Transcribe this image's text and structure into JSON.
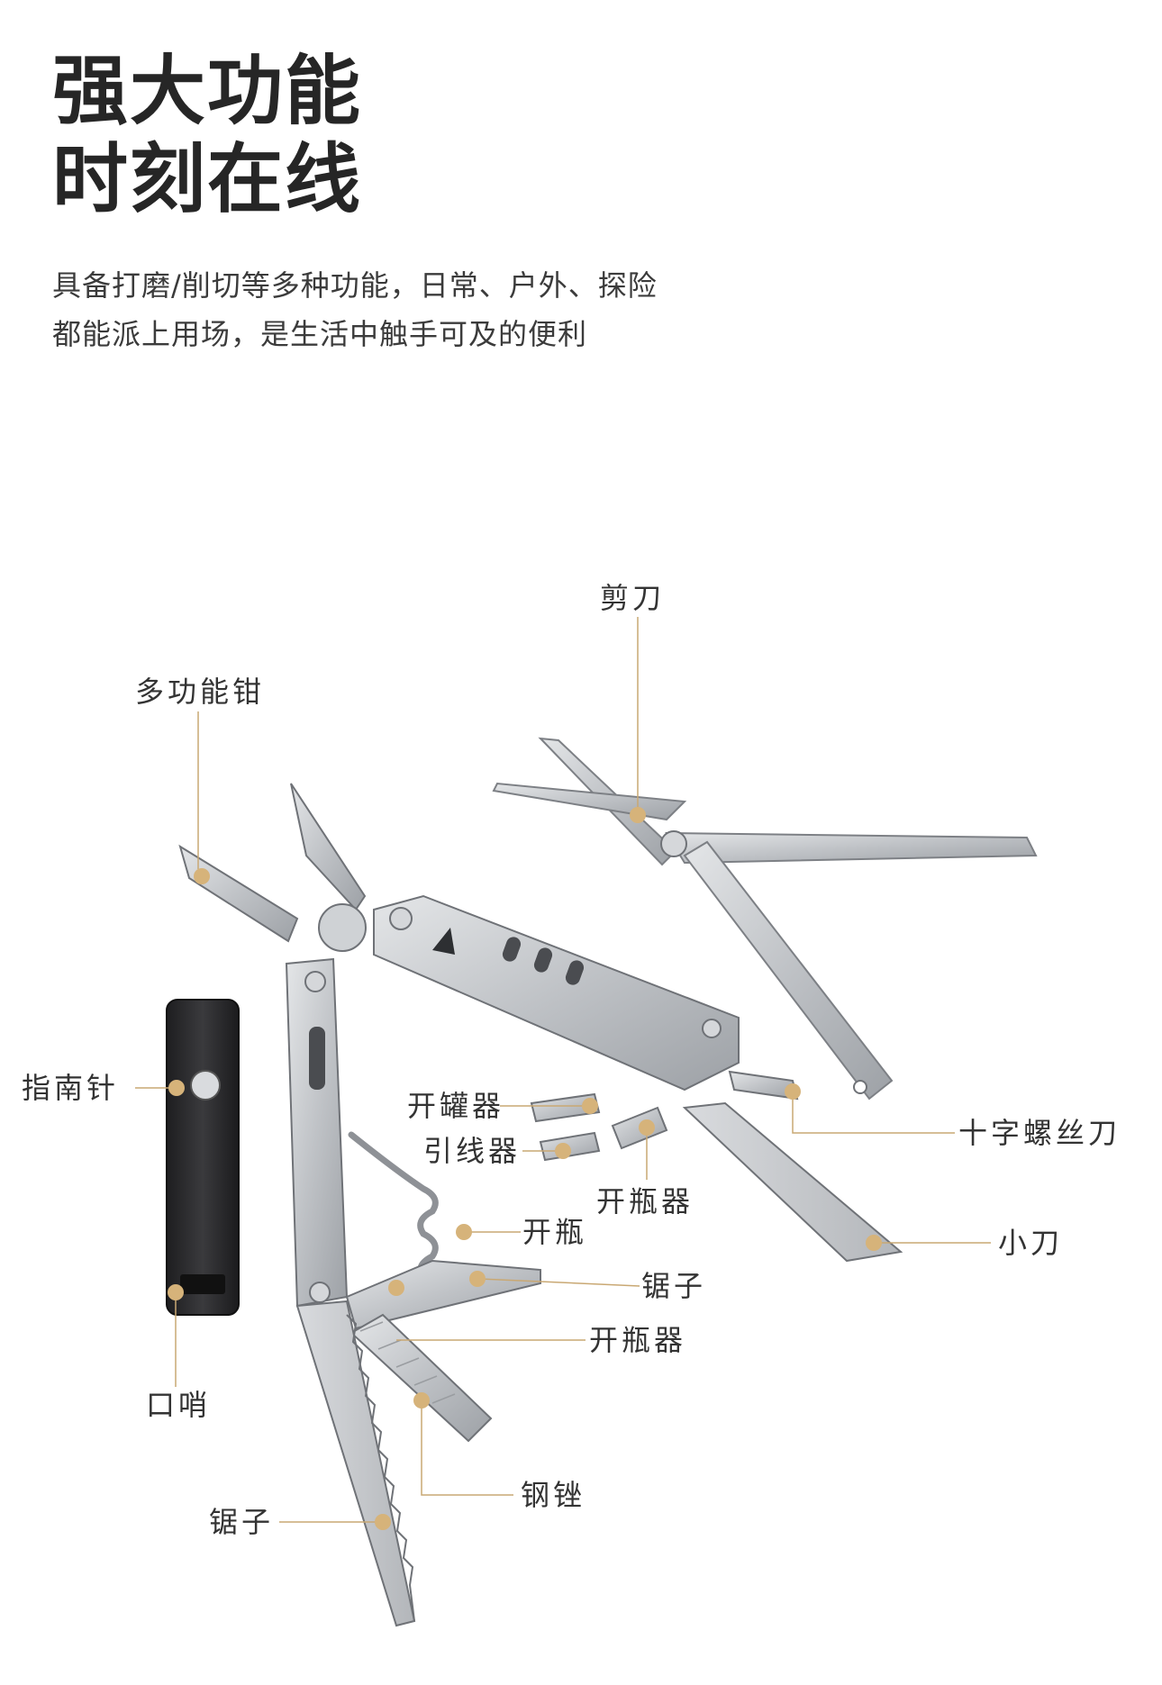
{
  "headline": {
    "line1": "强大功能",
    "line2": "时刻在线"
  },
  "description": {
    "line1": "具备打磨/削切等多种功能，日常、户外、探险",
    "line2": "都能派上用场，是生活中触手可及的便利"
  },
  "callouts": {
    "scissors": "剪刀",
    "pliers": "多功能钳",
    "compass": "指南针",
    "can_opener": "开罐器",
    "threader": "引线器",
    "bottle_opener_center": "开瓶器",
    "corkscrew": "开瓶",
    "phillips": "十字螺丝刀",
    "knife": "小刀",
    "saw_small": "锯子",
    "bottle_opener_lower": "开瓶器",
    "whistle": "口哨",
    "file": "钢锉",
    "saw_large": "锯子"
  },
  "colors": {
    "accent_dot": "#d6b37a",
    "leader_line": "#c9a873",
    "steel": "#c7c9cc",
    "steel_dark": "#8e9195",
    "black_handle": "#2a2a2c"
  }
}
